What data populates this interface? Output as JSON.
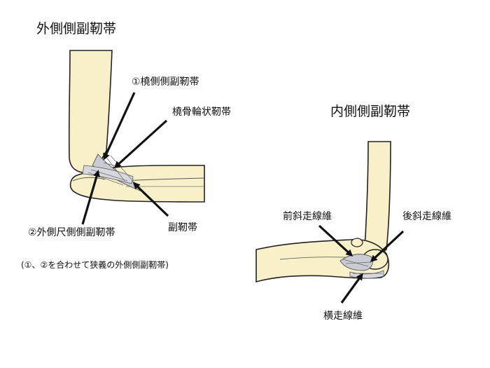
{
  "lateral": {
    "title": "外側側副靭帯",
    "labels": {
      "radial_collateral": "①橈側側副靭帯",
      "annular": "橈骨輪状靭帯",
      "ulnar_collateral": "②外側尺側側副靭帯",
      "accessory": "副靭帯"
    },
    "note": "(①、②を合わせて狭義の外側側副靭帯)"
  },
  "medial": {
    "title": "内側側副靭帯",
    "labels": {
      "anterior_oblique": "前斜走線維",
      "posterior_oblique": "後斜走線維",
      "transverse": "横走線維"
    }
  },
  "colors": {
    "bone_fill": "#f7f0c9",
    "outline": "#222222",
    "ligament": "#c9ccd3",
    "arrow": "#111111"
  }
}
